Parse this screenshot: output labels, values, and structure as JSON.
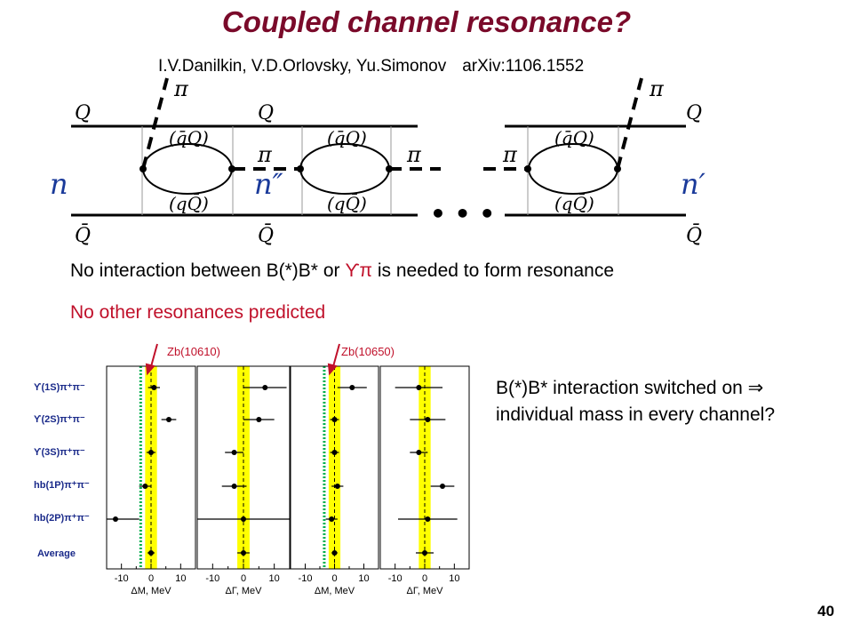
{
  "slide": {
    "title": "Coupled channel resonance?",
    "authors": "I.V.Danilkin, V.D.Orlovsky, Yu.Simonov",
    "arxiv": "arXiv:1106.1552",
    "statement_before": "No interaction between B(*)B* or ",
    "statement_symbol": "ϒπ",
    "statement_after": " is needed to form resonance",
    "no_other": "No other resonances predicted",
    "note_line1": "B(*)B* interaction switched on ⇒",
    "note_line2": "individual mass in every channel?",
    "page_number": "40",
    "colors": {
      "title": "#7a0a2a",
      "highlight": "#c0102a",
      "band": "#ffff00",
      "green": "#00b050"
    }
  },
  "diagram": {
    "labels": {
      "Q": "Q",
      "Qbar": "Q̄",
      "pi": "π",
      "n": "n",
      "n_double": "n″",
      "n_prime": "n′",
      "qbarQ": "(q̄Q)",
      "qQbar": "(qQ̄)",
      "ellipsis": "• • •"
    }
  },
  "plots": {
    "panel_tags": [
      "Zb(10610)",
      "Zb(10650)"
    ],
    "channels": [
      "ϒ(1S)π⁺π⁻",
      "ϒ(2S)π⁺π⁻",
      "ϒ(3S)π⁺π⁻",
      "hb(1P)π⁺π⁻",
      "hb(2P)π⁺π⁻",
      "Average"
    ],
    "axis_ticks": [
      "-10",
      "0",
      "10"
    ],
    "axis_labels": [
      "ΔM, MeV",
      "ΔΓ, MeV",
      "ΔM, MeV",
      "ΔΓ, MeV"
    ]
  },
  "chart_data": [
    {
      "type": "scatter",
      "title": "Zb(10610)",
      "xlabel": "ΔM, MeV",
      "xlim": [
        -15,
        15
      ],
      "categories": [
        "ϒ(1S)π⁺π⁻",
        "ϒ(2S)π⁺π⁻",
        "ϒ(3S)π⁺π⁻",
        "hb(1P)π⁺π⁻",
        "hb(2P)π⁺π⁻",
        "Average"
      ],
      "values": [
        1,
        6,
        0,
        -2,
        -12,
        0
      ],
      "errors": [
        2,
        2.5,
        1.5,
        2,
        8,
        1.2
      ]
    },
    {
      "type": "scatter",
      "title": "",
      "xlabel": "ΔΓ, MeV",
      "xlim": [
        -15,
        15
      ],
      "categories": [
        "ϒ(1S)π⁺π⁻",
        "ϒ(2S)π⁺π⁻",
        "ϒ(3S)π⁺π⁻",
        "hb(1P)π⁺π⁻",
        "hb(2P)π⁺π⁻",
        "Average"
      ],
      "values": [
        7,
        5,
        -3,
        -3,
        0,
        0
      ],
      "errors": [
        7,
        5,
        3,
        4,
        15,
        2
      ]
    },
    {
      "type": "scatter",
      "title": "Zb(10650)",
      "xlabel": "ΔM, MeV",
      "xlim": [
        -15,
        15
      ],
      "categories": [
        "ϒ(1S)π⁺π⁻",
        "ϒ(2S)π⁺π⁻",
        "ϒ(3S)π⁺π⁻",
        "hb(1P)π⁺π⁻",
        "hb(2P)π⁺π⁻",
        "Average"
      ],
      "values": [
        6,
        0,
        0,
        1,
        -1,
        0
      ],
      "errors": [
        5,
        1.5,
        1.5,
        2,
        2,
        1
      ]
    },
    {
      "type": "scatter",
      "title": "",
      "xlabel": "ΔΓ, MeV",
      "xlim": [
        -15,
        15
      ],
      "categories": [
        "ϒ(1S)π⁺π⁻",
        "ϒ(2S)π⁺π⁻",
        "ϒ(3S)π⁺π⁻",
        "hb(1P)π⁺π⁻",
        "hb(2P)π⁺π⁻",
        "Average"
      ],
      "values": [
        -2,
        1,
        -2,
        6,
        1,
        0
      ],
      "errors": [
        8,
        6,
        3,
        4,
        10,
        3
      ]
    }
  ]
}
